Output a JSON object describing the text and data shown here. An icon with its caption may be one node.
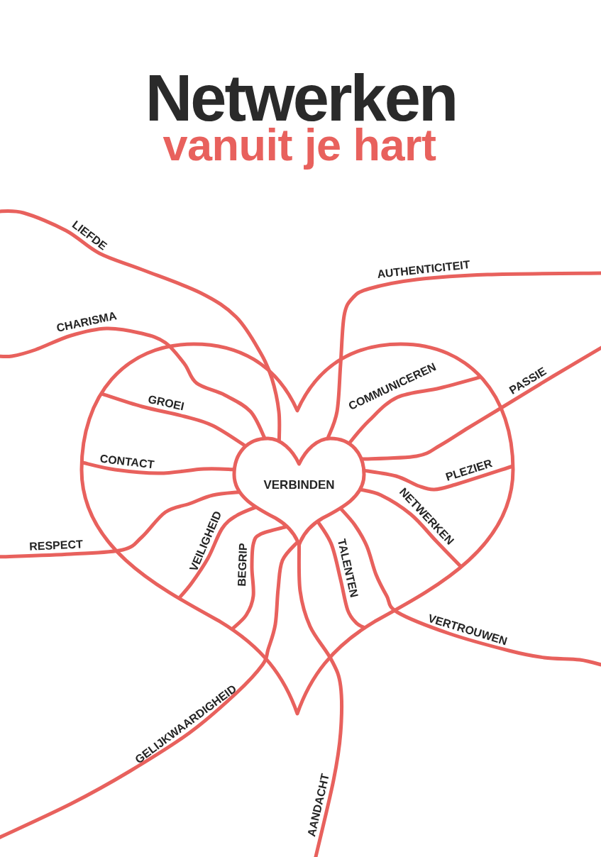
{
  "diagram": {
    "title": "Netwerken",
    "nodes": [
      {
        "text": [],
        "shape": "heart"
      },
      {
        "text": [
          "VERBINDEN"
        ],
        "in": 0
      }
    ],
    "edges": [
      {
        "from": 1,
        "to": null,
        "arrow": "none",
        "label": "LIEFDE"
      },
      {
        "from": 1,
        "to": null,
        "arrow": "none",
        "label": "AUTHENTICITEIT"
      },
      {
        "from": 1,
        "to": null,
        "arrow": "none",
        "label": "CHARISMA"
      },
      {
        "from": 1,
        "to": 0,
        "arrow": "none",
        "label": "GROEI"
      },
      {
        "from": 1,
        "to": 0,
        "arrow": "none",
        "label": "COMMUNICEREN"
      },
      {
        "from": 1,
        "to": null,
        "arrow": "none",
        "label": "PASSIE"
      },
      {
        "from": 1,
        "to": 0,
        "arrow": "none",
        "label": "CONTACT"
      },
      {
        "from": 1,
        "to": 0,
        "arrow": "none",
        "label": "PLEZIER"
      },
      {
        "from": 1,
        "to": 0,
        "arrow": "none",
        "label": "NETWERKEN"
      },
      {
        "from": 1,
        "to": null,
        "arrow": "none",
        "label": "RESPECT"
      },
      {
        "from": 1,
        "to": 0,
        "arrow": "none",
        "label": "VEILIGHEID"
      },
      {
        "from": 1,
        "to": 0,
        "arrow": "none",
        "label": "BEGRIP"
      },
      {
        "from": 1,
        "to": 0,
        "arrow": "none",
        "label": "TALENTEN"
      },
      {
        "from": 1,
        "to": null,
        "arrow": "none",
        "label": "VERTROUWEN"
      },
      {
        "from": 1,
        "to": null,
        "arrow": "none",
        "label": "GELIJKWAARDIGHEID"
      },
      {
        "from": 1,
        "to": null,
        "arrow": "none",
        "label": "AANDACHT"
      }
    ],
    "labels": [
      "vanuit je hart"
    ]
  }
}
